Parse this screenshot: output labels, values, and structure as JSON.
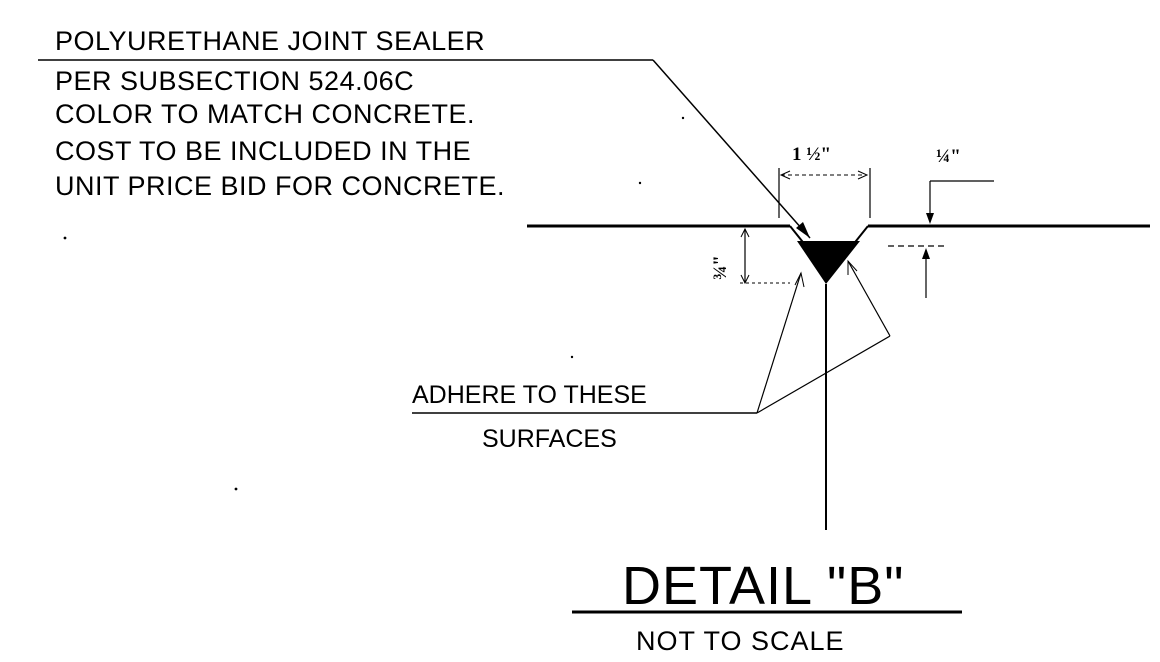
{
  "sealer_callout": {
    "title": "POLYURETHANE JOINT SEALER",
    "lines": [
      "PER SUBSECTION 524.06C",
      "COLOR TO MATCH CONCRETE.",
      "COST TO BE INCLUDED IN THE",
      "UNIT PRICE BID FOR CONCRETE."
    ]
  },
  "dimensions": {
    "joint_width": "1 ½\"",
    "recess_depth": "¼\"",
    "sealer_depth": "¾\""
  },
  "adhere_callout": {
    "line1": "ADHERE TO THESE",
    "line2": "SURFACES"
  },
  "detail": {
    "title": "DETAIL \"B\"",
    "scale_note": "NOT TO SCALE"
  },
  "colors": {
    "ink": "#000000",
    "background": "#ffffff"
  }
}
